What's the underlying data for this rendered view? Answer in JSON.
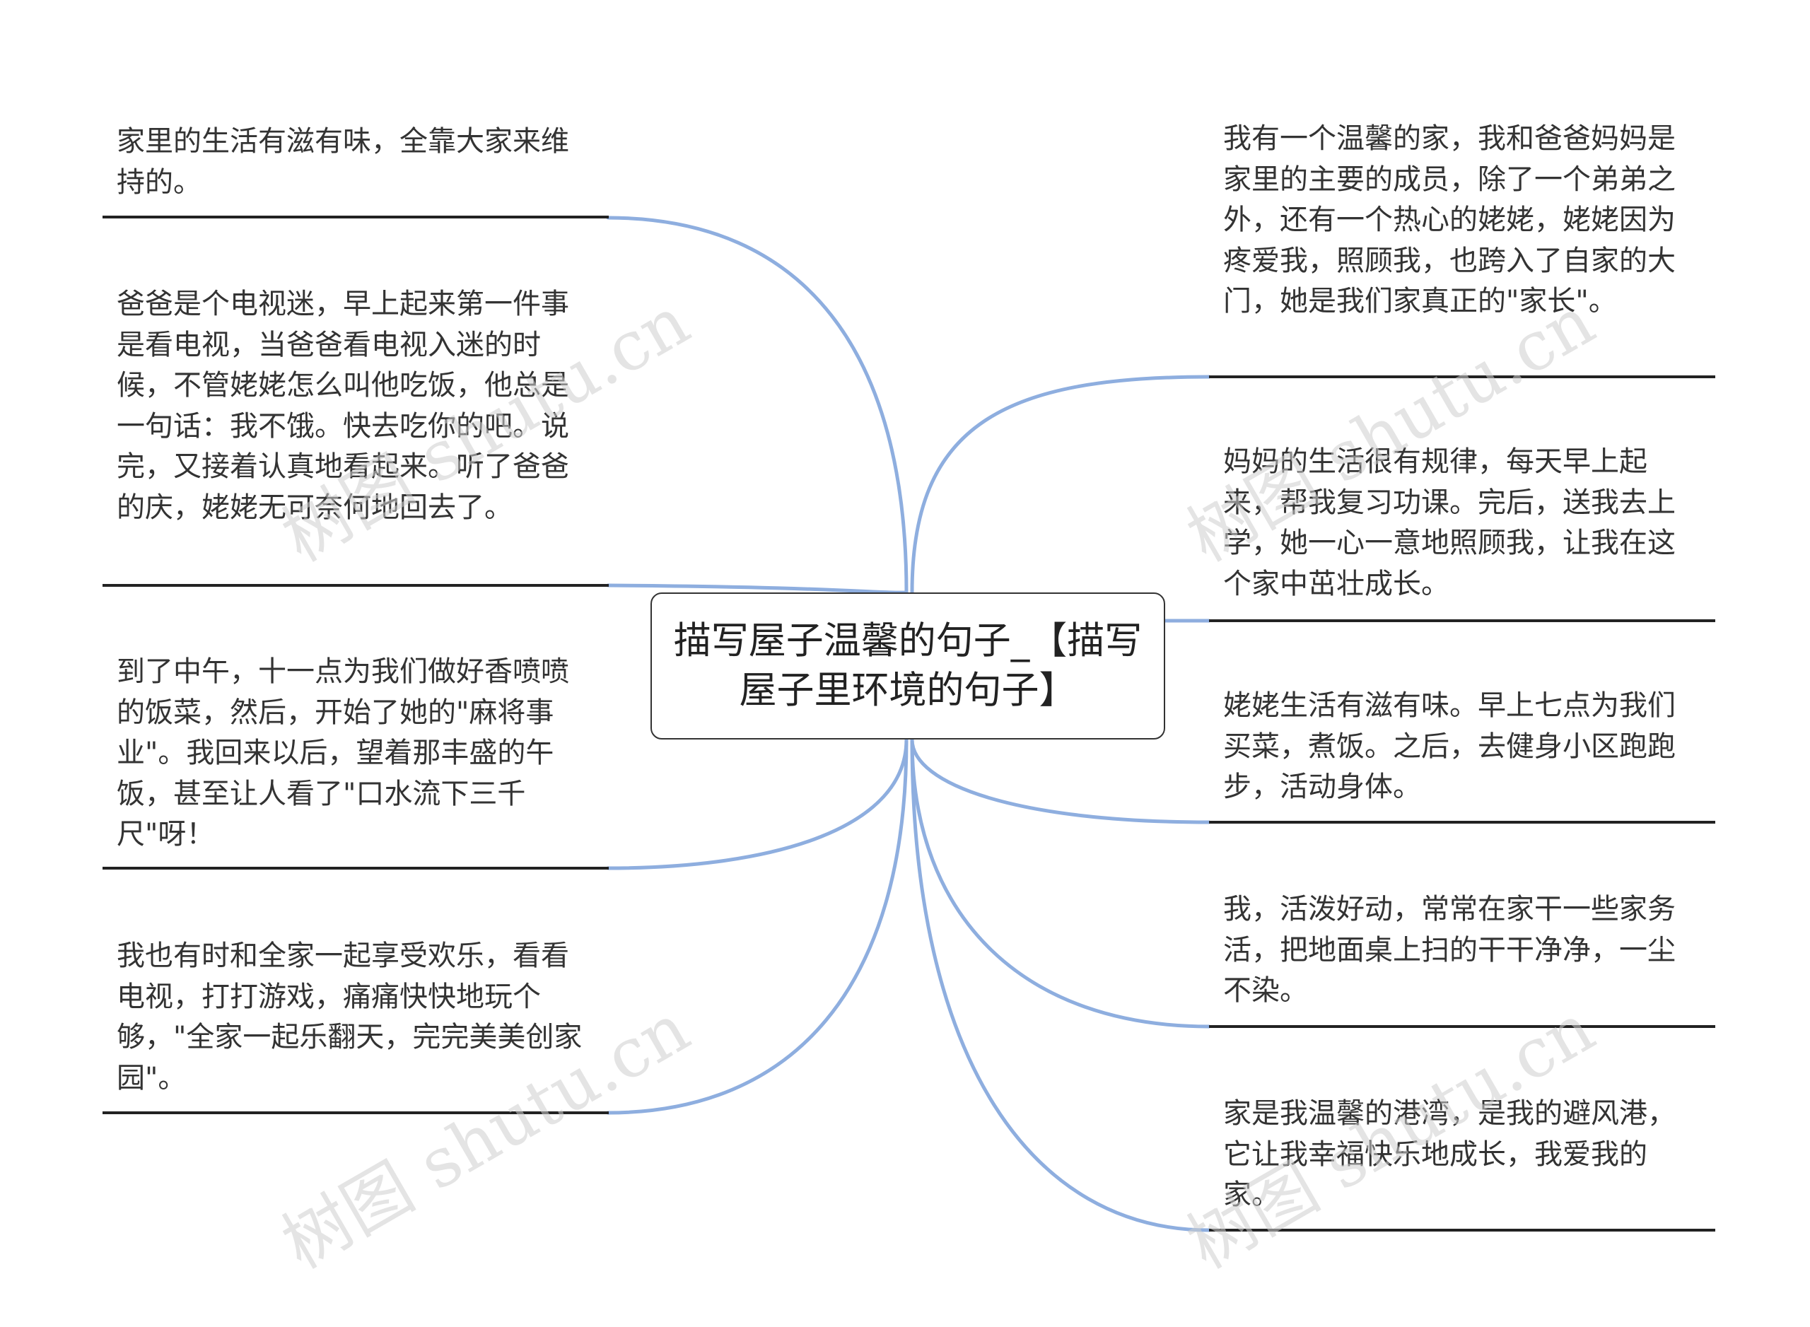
{
  "central": {
    "text": "描写屋子温馨的句子_【描写屋子里环境的句子】"
  },
  "left": [
    {
      "text": "家里的生活有滋有味，全靠大家来维持的。"
    },
    {
      "text": "爸爸是个电视迷，早上起来第一件事是看电视，当爸爸看电视入迷的时候，不管姥姥怎么叫他吃饭，他总是一句话：我不饿。快去吃你的吧。说完，又接着认真地看起来。听了爸爸的庆，姥姥无可奈何地回去了。"
    },
    {
      "text": "到了中午，十一点为我们做好香喷喷的饭菜，然后，开始了她的\"麻将事业\"。我回来以后，望着那丰盛的午饭，甚至让人看了\"口水流下三千尺\"呀！"
    },
    {
      "text": "我也有时和全家一起享受欢乐，看看电视，打打游戏，痛痛快快地玩个够，\"全家一起乐翻天，完完美美创家园\"。"
    }
  ],
  "right": [
    {
      "text": "我有一个温馨的家，我和爸爸妈妈是家里的主要的成员，除了一个弟弟之外，还有一个热心的姥姥，姥姥因为疼爱我，照顾我，也跨入了自家的大门，她是我们家真正的\"家长\"。"
    },
    {
      "text": "妈妈的生活很有规律，每天早上起来，帮我复习功课。完后，送我去上学，她一心一意地照顾我，让我在这个家中茁壮成长。"
    },
    {
      "text": "姥姥生活有滋有味。早上七点为我们买菜，煮饭。之后，去健身小区跑跑步，活动身体。"
    },
    {
      "text": "我，活泼好动，常常在家干一些家务活，把地面桌上扫的干干净净，一尘不染。"
    },
    {
      "text": "家是我温馨的港湾，是我的避风港，它让我幸福快乐地成长，我爱我的家。"
    }
  ],
  "watermark": {
    "text": "树图 shutu.cn"
  },
  "colors": {
    "connector": "#8eaedf",
    "rule": "#222222",
    "border": "#333333"
  }
}
